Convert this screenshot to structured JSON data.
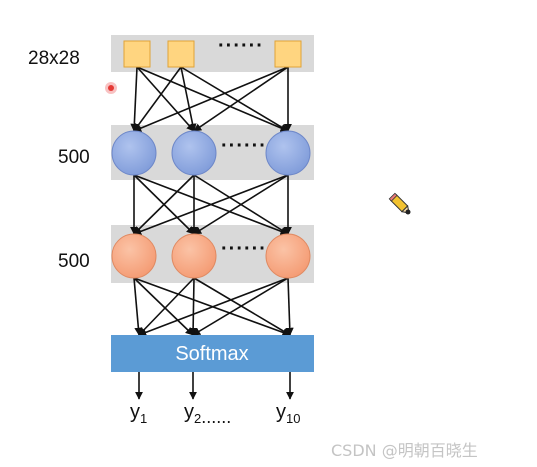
{
  "layers": {
    "input": {
      "label": "28x28",
      "dots": "······",
      "node_color": "#FFD580",
      "node_stroke": "#E0A238"
    },
    "hidden1": {
      "label": "500",
      "dots": "······",
      "node_color": "#8FA8E0",
      "node_stroke": "#5E7BC7"
    },
    "hidden2": {
      "label": "500",
      "dots": "······",
      "node_color": "#F7A883",
      "node_stroke": "#E08058"
    },
    "band_color": "#D9D9D9"
  },
  "softmax": {
    "label": "Softmax",
    "color": "#5B9BD5",
    "text_color": "#ffffff"
  },
  "outputs": {
    "y1": {
      "base": "y",
      "sub": "1"
    },
    "y2": {
      "base": "y",
      "sub": "2",
      "suffix": "......"
    },
    "y10": {
      "base": "y",
      "sub": "10"
    }
  },
  "watermark": "CSDN @明朝百晓生",
  "decorations": [
    "red-laser-pointer-dot",
    "pencil-cursor-icon"
  ]
}
